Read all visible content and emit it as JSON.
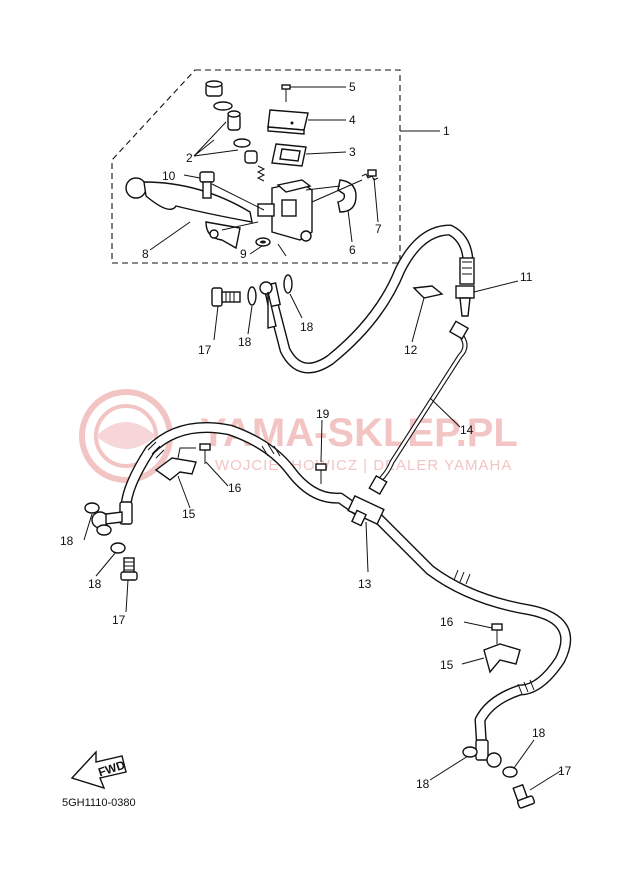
{
  "watermark": {
    "brand": "YAMA-SKLEP.PL",
    "subtitle": "WOJCIECHOWICZ | DEALER YAMAHA"
  },
  "diagram_code": "5GH1110-0380",
  "fwd_label": "FWD",
  "callouts": [
    {
      "id": "c1",
      "text": "1"
    },
    {
      "id": "c2",
      "text": "2"
    },
    {
      "id": "c3",
      "text": "3"
    },
    {
      "id": "c4",
      "text": "4"
    },
    {
      "id": "c5",
      "text": "5"
    },
    {
      "id": "c6",
      "text": "6"
    },
    {
      "id": "c7",
      "text": "7"
    },
    {
      "id": "c8",
      "text": "8"
    },
    {
      "id": "c9",
      "text": "9"
    },
    {
      "id": "c10",
      "text": "10"
    },
    {
      "id": "c11",
      "text": "11"
    },
    {
      "id": "c12",
      "text": "12"
    },
    {
      "id": "c13",
      "text": "13"
    },
    {
      "id": "c14",
      "text": "14"
    },
    {
      "id": "c15a",
      "text": "15"
    },
    {
      "id": "c15b",
      "text": "15"
    },
    {
      "id": "c16a",
      "text": "16"
    },
    {
      "id": "c16b",
      "text": "16"
    },
    {
      "id": "c17a",
      "text": "17"
    },
    {
      "id": "c17b",
      "text": "17"
    },
    {
      "id": "c17c",
      "text": "17"
    },
    {
      "id": "c18a",
      "text": "18"
    },
    {
      "id": "c18b",
      "text": "18"
    },
    {
      "id": "c18c",
      "text": "18"
    },
    {
      "id": "c18d",
      "text": "18"
    },
    {
      "id": "c18e",
      "text": "18"
    },
    {
      "id": "c18f",
      "text": "18"
    },
    {
      "id": "c19",
      "text": "19"
    }
  ]
}
